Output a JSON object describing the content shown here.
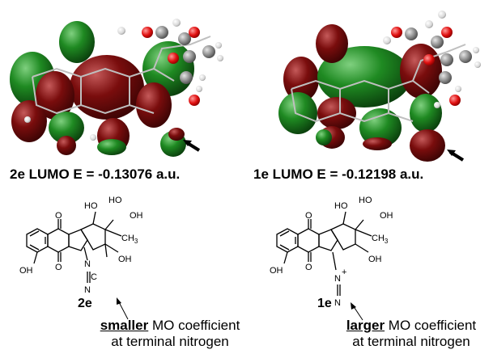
{
  "panels": [
    {
      "compound": "2e",
      "energy_caption": "2e LUMO E = -0.13076 a.u.",
      "note_emphasis": "smaller",
      "note_rest": " MO coefficient",
      "note_line2": "at terminal nitrogen",
      "structure_labels": {
        "O_top": "O",
        "O_bottom": "O",
        "HO1": "HO",
        "HO2": "HO",
        "OH1": "OH",
        "CH3": "CH",
        "CH3_sub": "3",
        "OH2": "OH",
        "OH_phenol": "OH",
        "N_ring": "N",
        "C": "C",
        "N_term": "N"
      }
    },
    {
      "compound": "1e",
      "energy_caption": "1e LUMO E = -0.12198 a.u.",
      "note_emphasis": "larger",
      "note_rest": " MO coefficient",
      "note_line2": "at terminal nitrogen",
      "structure_labels": {
        "O_top": "O",
        "O_bottom": "O",
        "HO1": "HO",
        "HO2": "HO",
        "OH1": "OH",
        "CH3": "CH",
        "CH3_sub": "3",
        "OH2": "OH",
        "OH_phenol": "OH",
        "N_plus": "N",
        "plus": "+",
        "N_term": "N"
      }
    }
  ],
  "colors": {
    "lobe_green": "#1f8a22",
    "lobe_red": "#7a0d0d",
    "atom_red": "#e01010",
    "atom_gray": "#8a8a8a",
    "atom_white": "#e8e8e8",
    "bond": "#000000"
  },
  "icons": [
    "arrow-icon"
  ]
}
